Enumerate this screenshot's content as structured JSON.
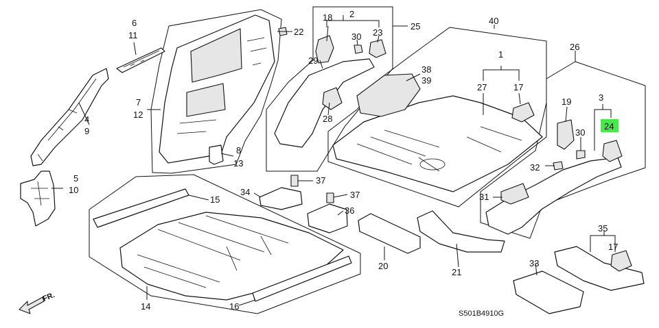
{
  "diagram": {
    "drawing_code": "S501B4910G",
    "direction_label": "FR.",
    "highlight_color": "#49e84a",
    "line_color": "#111111",
    "callouts": [
      {
        "id": "c1",
        "text": "1"
      },
      {
        "id": "c2",
        "text": "2"
      },
      {
        "id": "c3",
        "text": "3"
      },
      {
        "id": "c4",
        "text": "4"
      },
      {
        "id": "c5",
        "text": "5"
      },
      {
        "id": "c6",
        "text": "6"
      },
      {
        "id": "c7",
        "text": "7"
      },
      {
        "id": "c8",
        "text": "8"
      },
      {
        "id": "c9",
        "text": "9"
      },
      {
        "id": "c10",
        "text": "10"
      },
      {
        "id": "c11",
        "text": "11"
      },
      {
        "id": "c12",
        "text": "12"
      },
      {
        "id": "c13",
        "text": "13"
      },
      {
        "id": "c14",
        "text": "14"
      },
      {
        "id": "c15",
        "text": "15"
      },
      {
        "id": "c16",
        "text": "16"
      },
      {
        "id": "c17a",
        "text": "17"
      },
      {
        "id": "c17b",
        "text": "17"
      },
      {
        "id": "c18",
        "text": "18"
      },
      {
        "id": "c19",
        "text": "19"
      },
      {
        "id": "c20",
        "text": "20"
      },
      {
        "id": "c21",
        "text": "21"
      },
      {
        "id": "c22",
        "text": "22"
      },
      {
        "id": "c23",
        "text": "23"
      },
      {
        "id": "c24",
        "text": "24",
        "highlighted": true
      },
      {
        "id": "c25",
        "text": "25"
      },
      {
        "id": "c26",
        "text": "26"
      },
      {
        "id": "c27",
        "text": "27"
      },
      {
        "id": "c28",
        "text": "28"
      },
      {
        "id": "c29",
        "text": "29"
      },
      {
        "id": "c30a",
        "text": "30"
      },
      {
        "id": "c30b",
        "text": "30"
      },
      {
        "id": "c31",
        "text": "31"
      },
      {
        "id": "c32",
        "text": "32"
      },
      {
        "id": "c33",
        "text": "33"
      },
      {
        "id": "c34",
        "text": "34"
      },
      {
        "id": "c35",
        "text": "35"
      },
      {
        "id": "c36",
        "text": "36"
      },
      {
        "id": "c37a",
        "text": "37"
      },
      {
        "id": "c37b",
        "text": "37"
      },
      {
        "id": "c38",
        "text": "38"
      },
      {
        "id": "c39",
        "text": "39"
      },
      {
        "id": "c40",
        "text": "40"
      }
    ]
  }
}
